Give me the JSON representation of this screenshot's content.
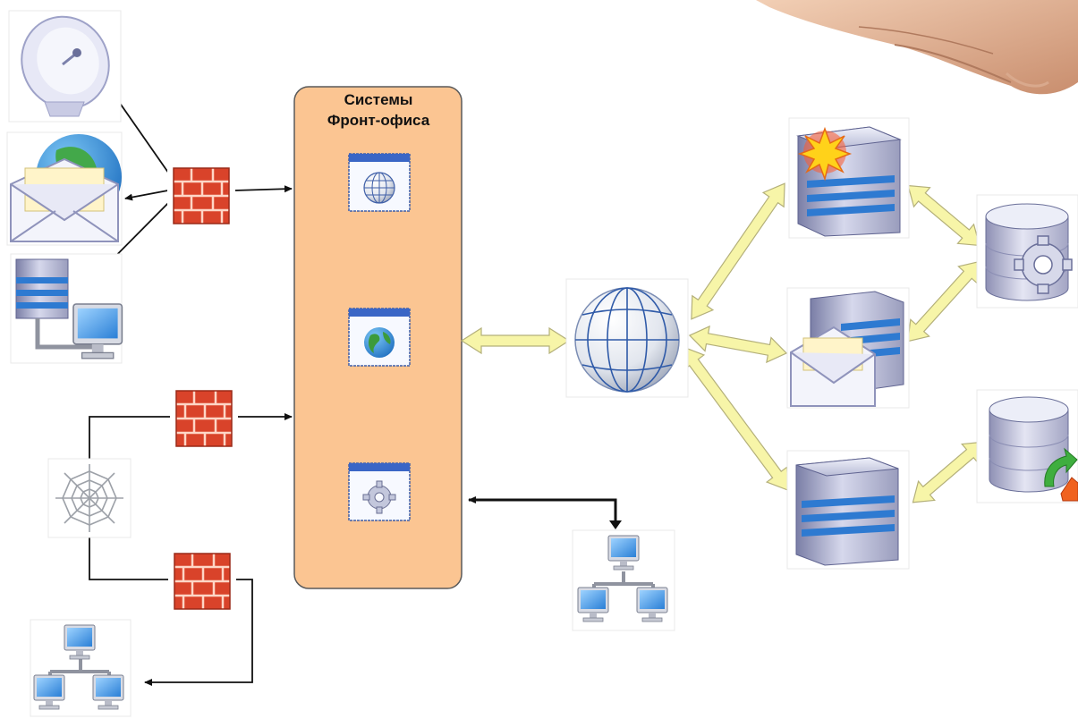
{
  "front_office": {
    "title_line1": "Системы",
    "title_line2": "Фронт-офиса"
  },
  "icons": {
    "satellite": "satellite-dish-icon",
    "mail_globe": "mail-globe-icon",
    "server_workstation": "server-workstation-icon",
    "firewall": "firewall-icon",
    "web": "spider-web-icon",
    "network": "network-computers-icon",
    "app_web": "web-app-window-icon",
    "app_globe": "globe-app-window-icon",
    "app_settings": "settings-app-window-icon",
    "internet": "internet-globe-icon",
    "server_alert": "server-alert-icon",
    "mail_server": "mail-server-icon",
    "server": "server-icon",
    "db_settings": "database-settings-icon",
    "db_sync": "database-sync-icon",
    "hand": "hand-image"
  },
  "colors": {
    "front_office_fill": "#fbc592",
    "front_office_stroke": "#5a5a5a",
    "flow_arrow": "#f7f5a8",
    "flow_arrow_stroke": "#b4b07a",
    "firewall_red": "#e3502a",
    "line": "#111111"
  }
}
